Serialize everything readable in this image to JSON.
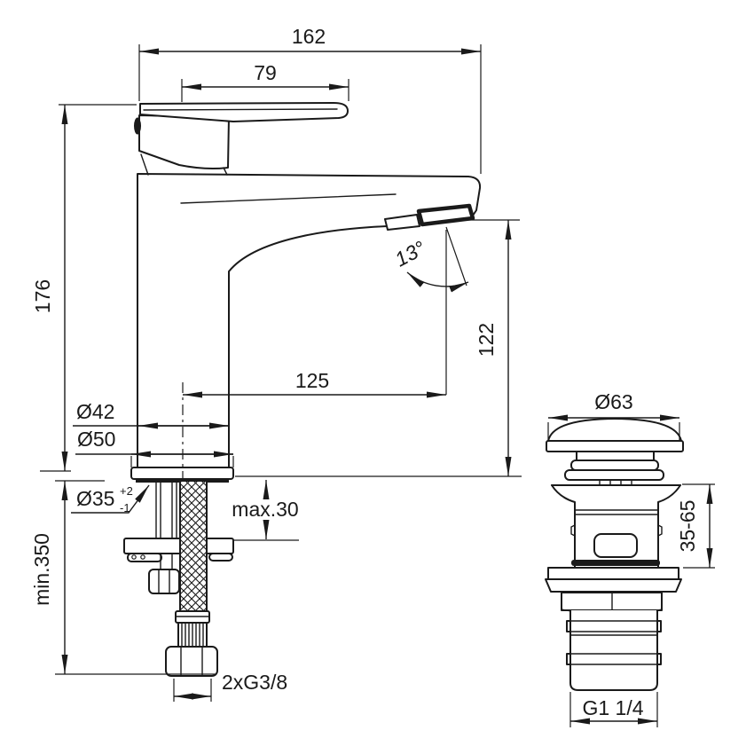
{
  "drawing": {
    "background_color": "#ffffff",
    "line_color": "#1a1a1a",
    "faucet": {
      "overall_width": "162",
      "handle_length": "79",
      "total_height": "176",
      "spout_reach": "125",
      "outlet_height": "122",
      "outlet_angle": "13°",
      "body_diameter": "Ø42",
      "base_diameter": "Ø50",
      "hole_diameter": "Ø35",
      "hole_tolerance_plus": "+2",
      "hole_tolerance_minus": "-1",
      "max_deck_thickness": "max.30",
      "min_hose_length": "min.350",
      "supply_connection": "2xG3/8"
    },
    "drain": {
      "cap_diameter": "Ø63",
      "deck_range": "35-65",
      "thread": "G1 1/4"
    }
  }
}
